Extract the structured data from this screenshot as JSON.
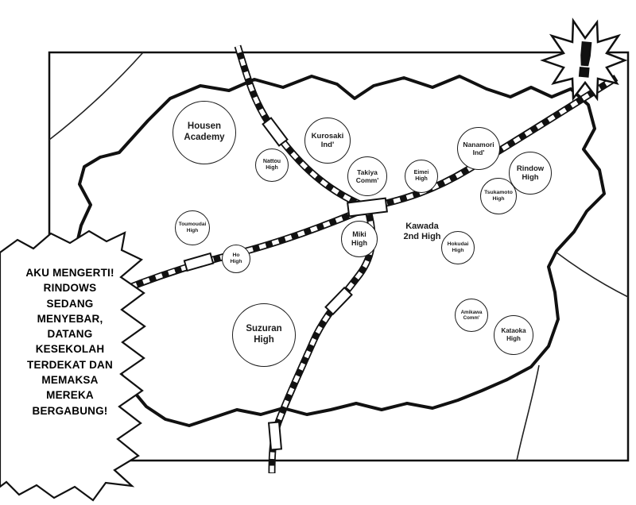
{
  "colors": {
    "ink": "#111111",
    "paper": "#ffffff"
  },
  "bubble": {
    "text": "AKU MENGERTI!\nRINDOWS\nSEDANG\nMENYEBAR,\nDATANG\nKESEKOLAH\nTERDEKAT DAN\nMEMAKSA\nMEREKA\nBERGABUNG!"
  },
  "burst": {
    "label": "!"
  },
  "map": {
    "schools": [
      {
        "label": "Housen\nAcademy"
      },
      {
        "label": "Kurosaki\nInd'"
      },
      {
        "label": "Nattou\nHigh"
      },
      {
        "label": "Nanamori\nInd'"
      },
      {
        "label": "Rindow\nHigh"
      },
      {
        "label": "Takiya\nComm'"
      },
      {
        "label": "Eimei\nHigh"
      },
      {
        "label": "Tsukamoto\nHigh"
      },
      {
        "label": "Toumoudai\nHigh"
      },
      {
        "label": "Miki\nHigh"
      },
      {
        "label": "Hokudai\nHigh"
      },
      {
        "label": "Ho\nHigh"
      },
      {
        "label": "Kawada\n2nd High"
      },
      {
        "label": "Suzuran\nHigh"
      },
      {
        "label": "Amikawa\nComm'"
      },
      {
        "label": "Kataoka\nHigh"
      }
    ]
  }
}
